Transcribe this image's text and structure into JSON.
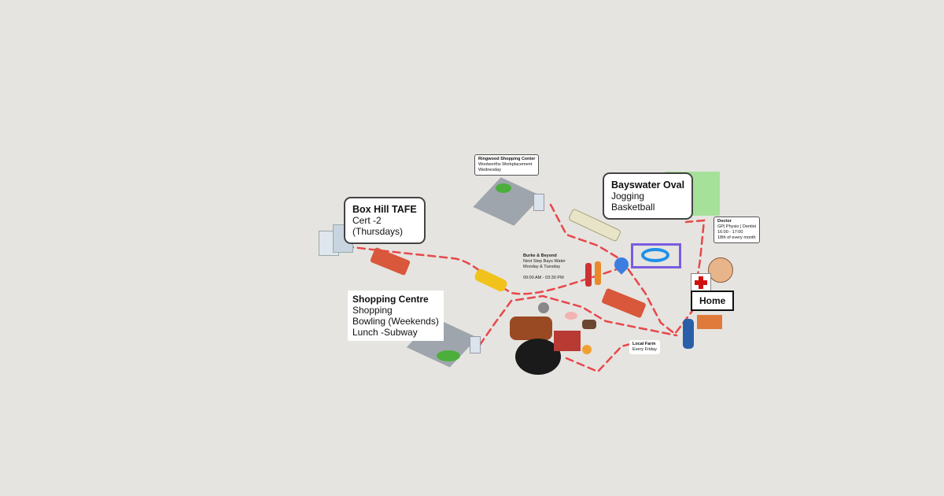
{
  "places": {
    "box_hill": {
      "title": "Box Hill TAFE",
      "lines": [
        "Cert -2",
        "(Thursdays)"
      ]
    },
    "shopping_centre": {
      "title": "Shopping Centre",
      "lines": [
        "Shopping",
        "Bowling (Weekends)",
        "Lunch -Subway"
      ]
    },
    "ringwood": {
      "title": "Ringwood Shopping Center",
      "lines": [
        "Woolworths Workplacement",
        "Wednesday"
      ]
    },
    "bayswater": {
      "title": "Bayswater Oval",
      "lines": [
        "Jogging",
        "Basketball"
      ]
    },
    "burke": {
      "title": "Burke & Beyond",
      "lines": [
        "Next Step Bays Water",
        "Monday & Tuesday",
        "09:00 AM - 03:30 PM"
      ]
    },
    "doctor": {
      "title": "Doctor",
      "lines": [
        "GP| Physio | Dentist",
        "16:00 - 17:00",
        "18th of every month"
      ]
    },
    "farm": {
      "title": "Local Farm",
      "lines": [
        "Every Friday"
      ]
    },
    "home": {
      "title": "Home"
    }
  },
  "colors": {
    "route": "#e8474a",
    "bg": "#e5e4e0",
    "highlight": "#7b5ce0",
    "pin": "#3b7de0"
  }
}
